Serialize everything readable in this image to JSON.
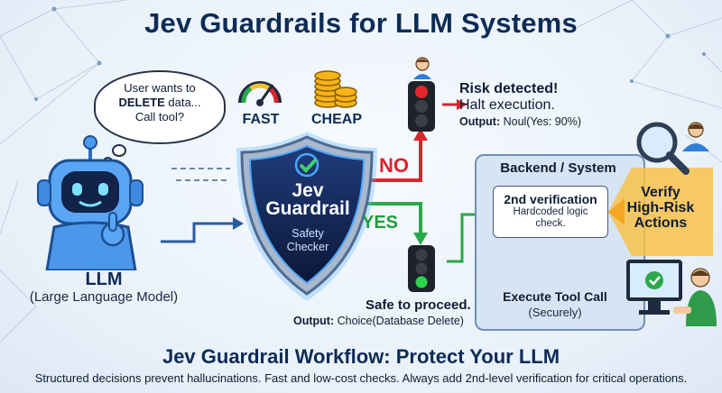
{
  "title": "Jev Guardrails for LLM Systems",
  "thought": {
    "line1": "User wants to",
    "line2_bold": "DELETE",
    "line2_rest": " data...",
    "line3": "Call tool?"
  },
  "badges": {
    "fast": "FAST",
    "cheap": "CHEAP"
  },
  "llm": {
    "name": "LLM",
    "subtitle": "(Large Language Model)"
  },
  "shield": {
    "line1": "Jev",
    "line2": "Guardrail",
    "line3": "Safety",
    "line4": "Checker"
  },
  "branches": {
    "no": "NO",
    "yes": "YES"
  },
  "risk": {
    "heading": "Risk detected!",
    "text": "Halt execution.",
    "output_label": "Output:",
    "output_value": " Noul(Yes: 90%)"
  },
  "safe": {
    "heading": "Safe to proceed.",
    "output_label": "Output:",
    "output_value": " Choice(Database Delete)"
  },
  "backend": {
    "title": "Backend / System",
    "verification_title": "2nd verification",
    "verification_line1": "Hardcoded logic",
    "verification_line2": "check.",
    "execute_title": "Execute Tool Call",
    "execute_sub": "(Securely)"
  },
  "verify_callout": {
    "line1": "Verify",
    "line2": "High-Risk",
    "line3": "Actions"
  },
  "footer": {
    "heading": "Jev Guardrail Workflow: Protect Your LLM",
    "text": "Structured decisions prevent hallucinations. Fast and low-cost checks. Always add 2nd-level verification for critical operations."
  },
  "colors": {
    "accent": "#0d2b55",
    "red": "#d7262c",
    "green": "#1f9d3a",
    "blue": "#2f7fd8",
    "orange": "#f6a623"
  },
  "icons": [
    "robot-icon",
    "speedometer-icon",
    "coins-icon",
    "shield-icon",
    "checkmark-icon",
    "traffic-light-icon",
    "user-icon",
    "magnifier-icon",
    "computer-user-icon"
  ]
}
